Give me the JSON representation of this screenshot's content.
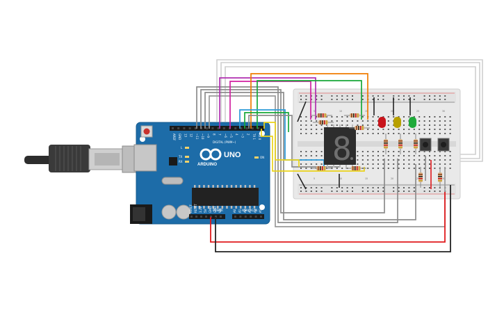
{
  "arduino": {
    "brand": "ARDUINO",
    "model": "UNO",
    "digital_label": "DIGITAL (PWM~)",
    "power_label": "POWER",
    "analog_label": "ANALOG IN",
    "on_label": "ON",
    "l_label": "L",
    "tx_label": "TX",
    "rx_label": "RX",
    "digital_pins": [
      "AREF",
      "GND",
      "13",
      "12",
      "~11",
      "~10",
      "~9",
      "8",
      "7",
      "~6",
      "~5",
      "4",
      "~3",
      "2",
      "TX 1",
      "RX 0"
    ],
    "power_pins": [
      "IOREF",
      "RESET",
      "3.3V",
      "5V",
      "GND",
      "GND",
      "Vin"
    ],
    "analog_pins": [
      "A0",
      "A1",
      "A2",
      "A3",
      "A4",
      "A5"
    ]
  },
  "display": {
    "digit": "8"
  },
  "breadboard": {
    "col_numbers_top": [
      "5",
      "10",
      "15",
      "20",
      "25",
      "30"
    ],
    "col_numbers_bottom": [
      "5",
      "10",
      "15",
      "20",
      "25",
      "30"
    ]
  },
  "leds": [
    {
      "color": "#c8141c"
    },
    {
      "color": "#b8a000"
    },
    {
      "color": "#1faa3a"
    }
  ],
  "wire_colors": {
    "gray": "#8c8c8c",
    "purple": "#b02fb0",
    "magenta": "#d020a0",
    "orange": "#f07c00",
    "green": "#18a838",
    "blue": "#2a9ad8",
    "yellow": "#ead21a",
    "red": "#e0191c",
    "black": "#222222",
    "light_gray": "#c8c8c8"
  }
}
